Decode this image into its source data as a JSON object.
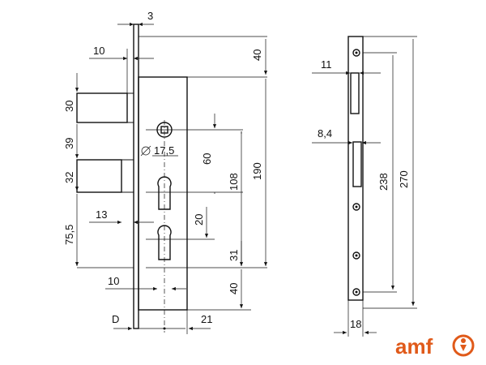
{
  "front_view": {
    "dims": {
      "faceplate_thickness": "3",
      "plate_offset": "10",
      "top_offset": "40",
      "latch_height": "30",
      "latch_gap": "39",
      "spacing_32": "32",
      "backset_75": "75,5",
      "offset_13": "13",
      "diameter_label": "17,5",
      "dim_60": "60",
      "dim_108": "108",
      "dim_190": "190",
      "dim_20": "20",
      "dim_31": "31",
      "bottom_10": "10",
      "bottom_40": "40",
      "d_label": "D",
      "dim_21": "21"
    }
  },
  "side_view": {
    "dims": {
      "dim_11": "11",
      "dim_8_4": "8,4",
      "dim_238": "238",
      "dim_270": "270",
      "dim_18": "18"
    }
  },
  "logo": {
    "text": "amf",
    "color": "#e05a1a"
  }
}
